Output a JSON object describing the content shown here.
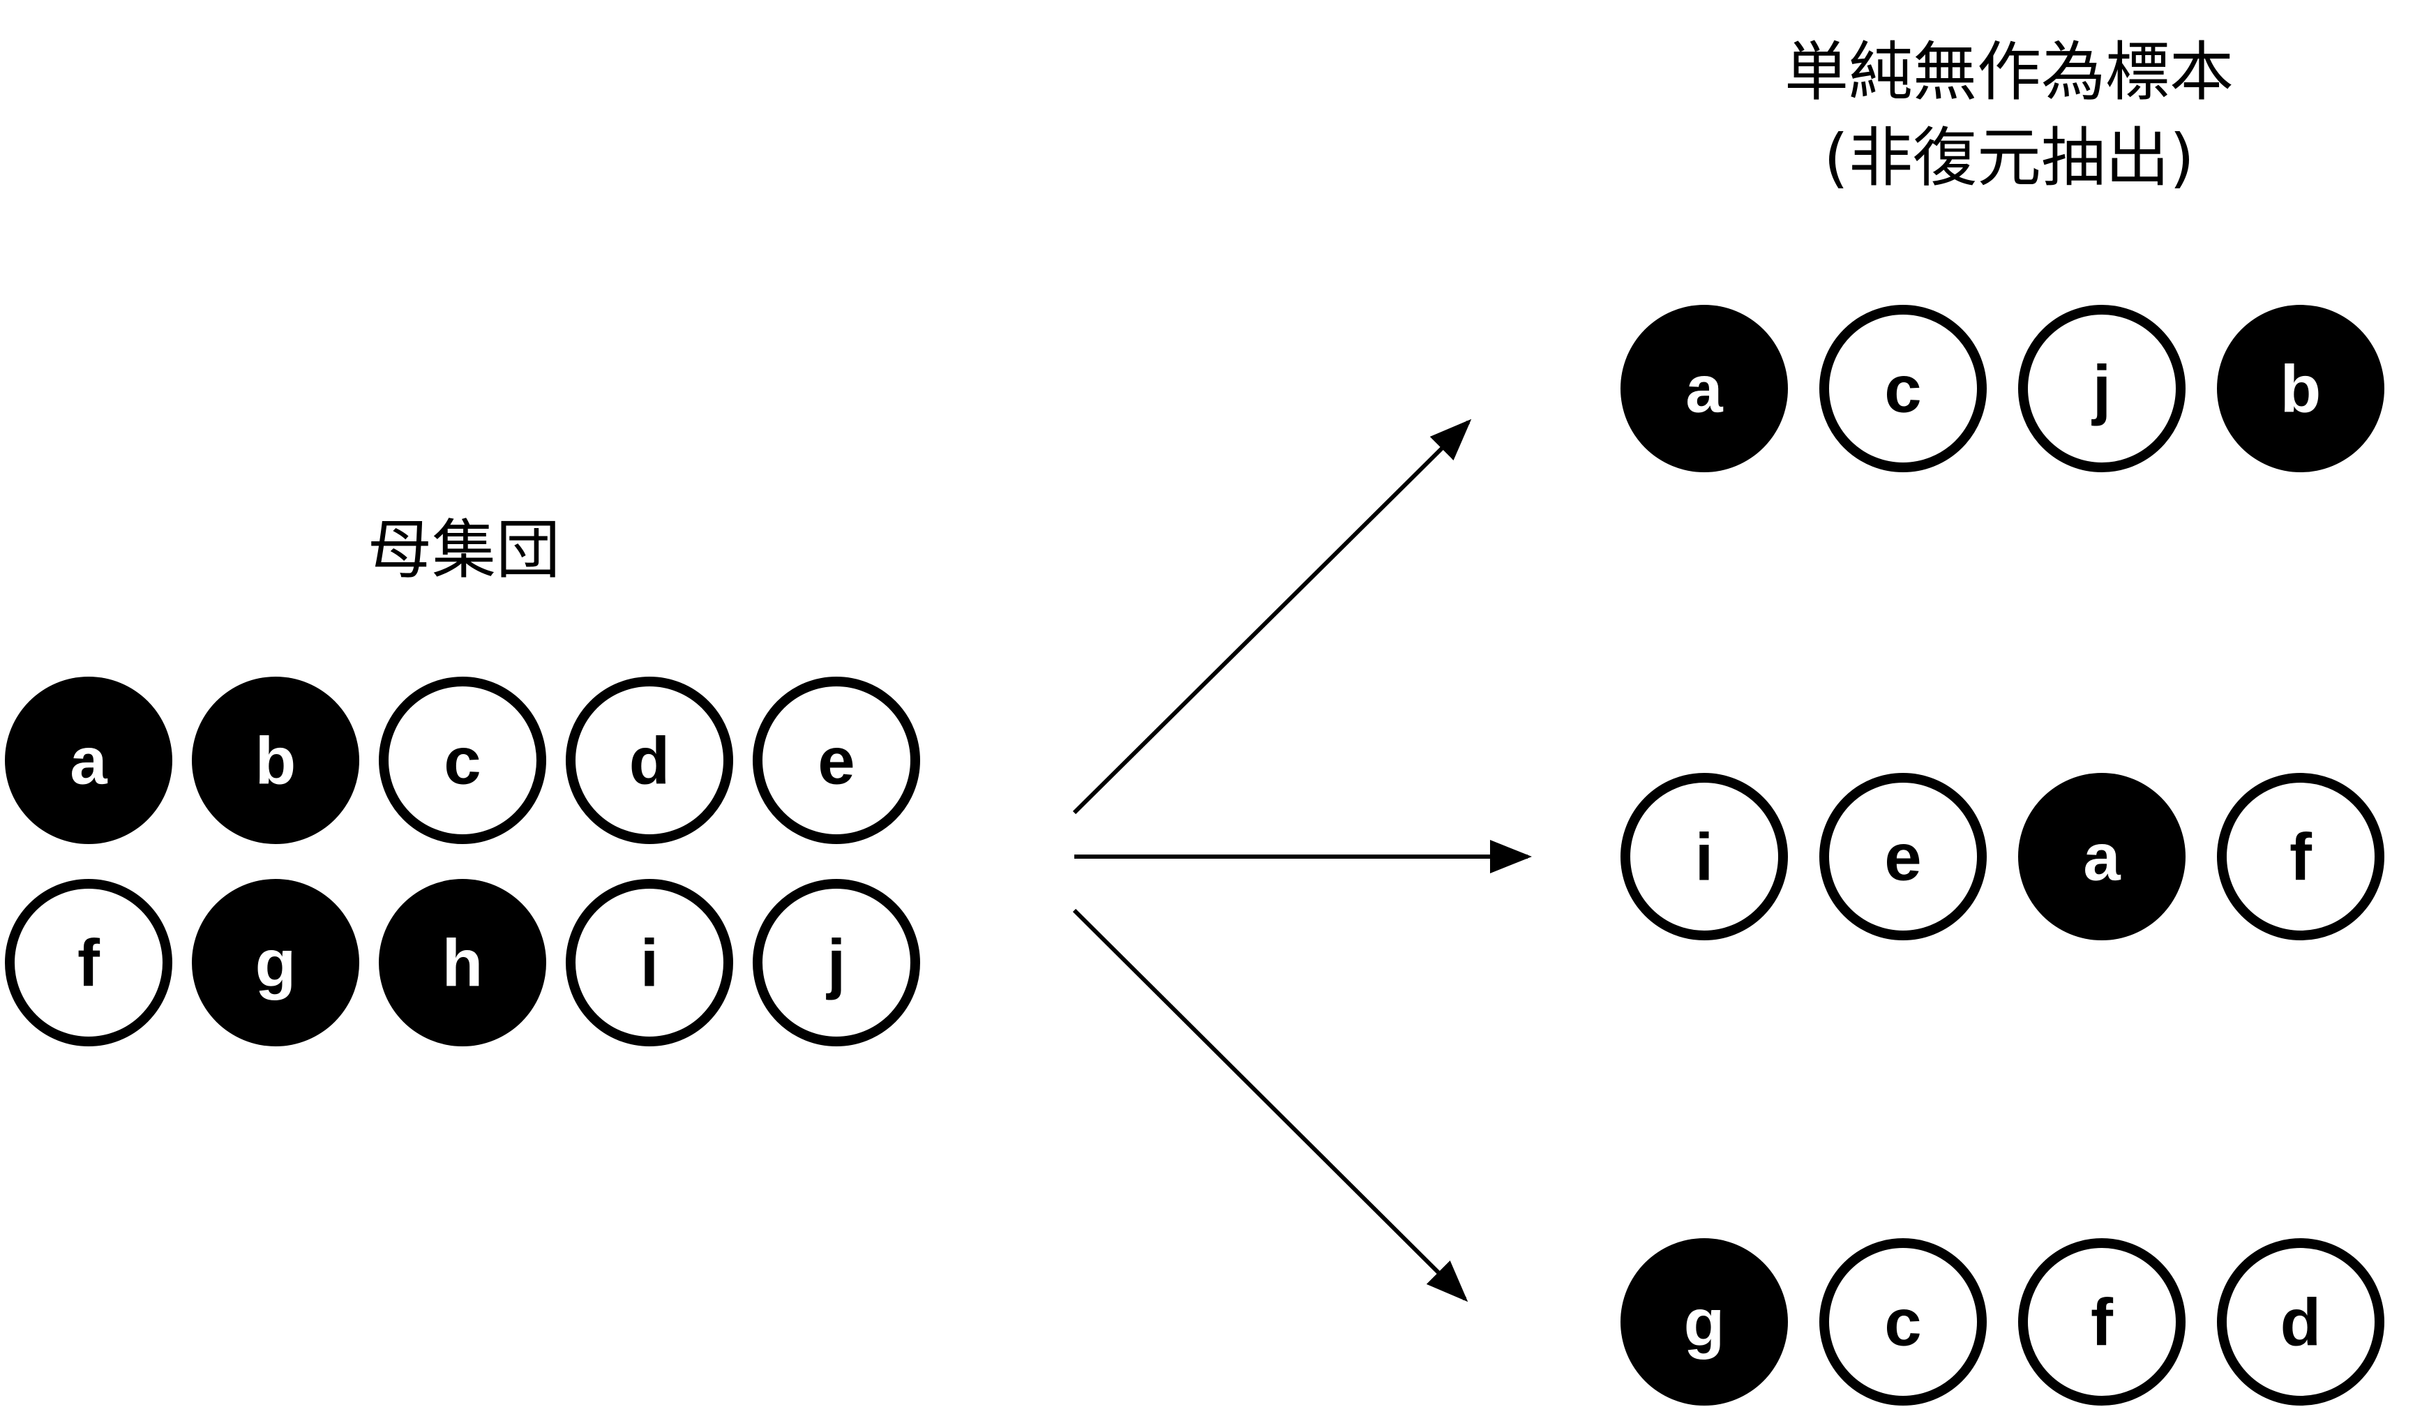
{
  "population": {
    "title": "母集団",
    "rows": [
      [
        {
          "label": "a",
          "filled": true
        },
        {
          "label": "b",
          "filled": true
        },
        {
          "label": "c",
          "filled": false
        },
        {
          "label": "d",
          "filled": false
        },
        {
          "label": "e",
          "filled": false
        }
      ],
      [
        {
          "label": "f",
          "filled": false
        },
        {
          "label": "g",
          "filled": true
        },
        {
          "label": "h",
          "filled": true
        },
        {
          "label": "i",
          "filled": false
        },
        {
          "label": "j",
          "filled": false
        }
      ]
    ]
  },
  "samples": {
    "title_line1": "単純無作為標本",
    "title_line2": "(非復元抽出)",
    "rows": [
      [
        {
          "label": "a",
          "filled": true
        },
        {
          "label": "c",
          "filled": false
        },
        {
          "label": "j",
          "filled": false
        },
        {
          "label": "b",
          "filled": true
        }
      ],
      [
        {
          "label": "i",
          "filled": false
        },
        {
          "label": "e",
          "filled": false
        },
        {
          "label": "a",
          "filled": true
        },
        {
          "label": "f",
          "filled": false
        }
      ],
      [
        {
          "label": "g",
          "filled": true
        },
        {
          "label": "c",
          "filled": false
        },
        {
          "label": "f",
          "filled": false
        },
        {
          "label": "d",
          "filled": false
        }
      ]
    ]
  },
  "colors": {
    "ink": "#000000",
    "paper": "#ffffff"
  }
}
